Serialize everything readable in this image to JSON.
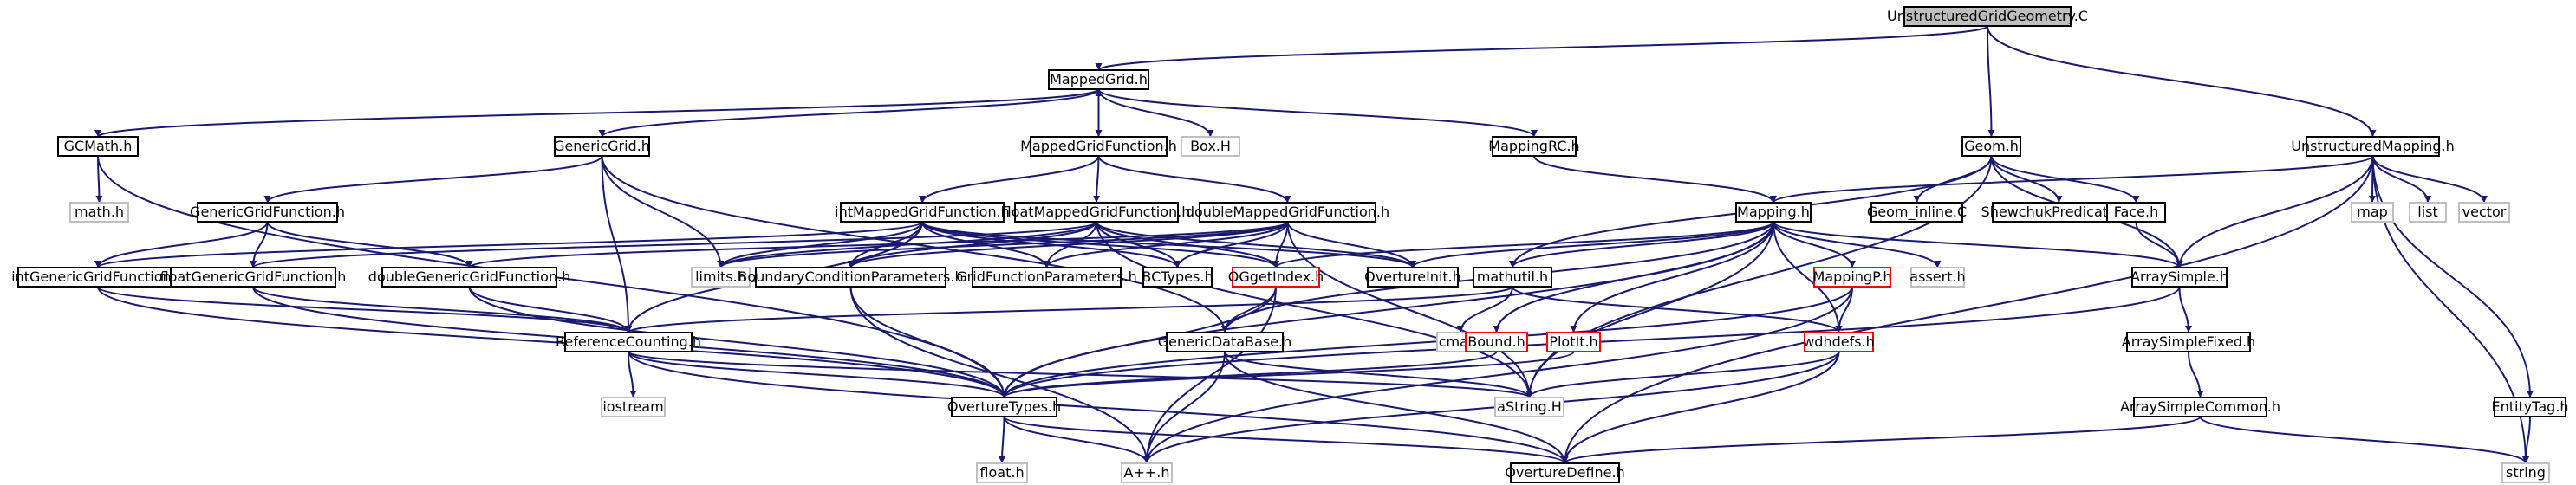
{
  "graph": {
    "root": "UnstructuredGridGeometry.C",
    "colors": {
      "node_fill": "#ffffff",
      "root_fill": "#bfbfbf",
      "default_border": "#000000",
      "undocumented_border": "#bfbfbf",
      "truncated_border": "#ff0000",
      "edge": "#191970",
      "text": "#000000"
    },
    "nodes": [
      {
        "id": "ugg",
        "label": "UnstructuredGridGeometry.C",
        "style": "root"
      },
      {
        "id": "mappedgrid",
        "label": "MappedGrid.h",
        "style": "default"
      },
      {
        "id": "geom",
        "label": "Geom.h",
        "style": "default"
      },
      {
        "id": "unstructmapping",
        "label": "UnstructuredMapping.h",
        "style": "default"
      },
      {
        "id": "gcmath",
        "label": "GCMath.h",
        "style": "default"
      },
      {
        "id": "genericgrid",
        "label": "GenericGrid.h",
        "style": "default"
      },
      {
        "id": "mappedgridfunction",
        "label": "MappedGridFunction.h",
        "style": "default"
      },
      {
        "id": "boxh",
        "label": "Box.H",
        "style": "undocumented"
      },
      {
        "id": "mappingrc",
        "label": "MappingRC.h",
        "style": "default"
      },
      {
        "id": "mathh",
        "label": "math.h",
        "style": "undocumented"
      },
      {
        "id": "genericgridfunction",
        "label": "GenericGridFunction.h",
        "style": "default"
      },
      {
        "id": "intmgf",
        "label": "intMappedGridFunction.h",
        "style": "default"
      },
      {
        "id": "floatmgf",
        "label": "floatMappedGridFunction.h",
        "style": "default"
      },
      {
        "id": "doublemgf",
        "label": "doubleMappedGridFunction.h",
        "style": "default"
      },
      {
        "id": "mapping",
        "label": "Mapping.h",
        "style": "default"
      },
      {
        "id": "geominline",
        "label": "Geom_inline.C",
        "style": "default"
      },
      {
        "id": "shewchuk",
        "label": "ShewchukPredicates.h",
        "style": "default"
      },
      {
        "id": "face",
        "label": "Face.h",
        "style": "default"
      },
      {
        "id": "map",
        "label": "map",
        "style": "undocumented"
      },
      {
        "id": "list",
        "label": "list",
        "style": "undocumented"
      },
      {
        "id": "vector",
        "label": "vector",
        "style": "undocumented"
      },
      {
        "id": "intggf",
        "label": "intGenericGridFunction.h",
        "style": "default"
      },
      {
        "id": "floatggf",
        "label": "floatGenericGridFunction.h",
        "style": "default"
      },
      {
        "id": "doubleggf",
        "label": "doubleGenericGridFunction.h",
        "style": "default"
      },
      {
        "id": "limits",
        "label": "limits.h",
        "style": "undocumented"
      },
      {
        "id": "bcparams",
        "label": "BoundaryConditionParameters.h",
        "style": "default"
      },
      {
        "id": "gfparams",
        "label": "GridFunctionParameters.h",
        "style": "default"
      },
      {
        "id": "bctypes",
        "label": "BCTypes.h",
        "style": "default"
      },
      {
        "id": "ogetindex",
        "label": "OGgetIndex.h",
        "style": "truncated"
      },
      {
        "id": "overtureinit",
        "label": "OvertureInit.h",
        "style": "default"
      },
      {
        "id": "mathutil",
        "label": "mathutil.h",
        "style": "default"
      },
      {
        "id": "mappingp",
        "label": "MappingP.h",
        "style": "truncated"
      },
      {
        "id": "asserth",
        "label": "assert.h",
        "style": "undocumented"
      },
      {
        "id": "arraysimple",
        "label": "ArraySimple.h",
        "style": "default"
      },
      {
        "id": "refcounting",
        "label": "ReferenceCounting.h",
        "style": "default"
      },
      {
        "id": "genericdb",
        "label": "GenericDataBase.h",
        "style": "default"
      },
      {
        "id": "cmath",
        "label": "cmath",
        "style": "undocumented"
      },
      {
        "id": "bound",
        "label": "Bound.h",
        "style": "truncated"
      },
      {
        "id": "ploth",
        "label": "PlotIt.h",
        "style": "truncated"
      },
      {
        "id": "wdhdefs",
        "label": "wdhdefs.h",
        "style": "truncated"
      },
      {
        "id": "arraysimplefixed",
        "label": "ArraySimpleFixed.h",
        "style": "default"
      },
      {
        "id": "iostream",
        "label": "iostream",
        "style": "undocumented"
      },
      {
        "id": "overturetypes",
        "label": "OvertureTypes.h",
        "style": "default"
      },
      {
        "id": "astring",
        "label": "aString.H",
        "style": "undocumented"
      },
      {
        "id": "arraysimplecommon",
        "label": "ArraySimpleCommon.h",
        "style": "default"
      },
      {
        "id": "entitytag",
        "label": "EntityTag.h",
        "style": "default"
      },
      {
        "id": "floath",
        "label": "float.h",
        "style": "undocumented"
      },
      {
        "id": "app",
        "label": "A++.h",
        "style": "undocumented"
      },
      {
        "id": "overturedefine",
        "label": "OvertureDefine.h",
        "style": "default"
      },
      {
        "id": "string",
        "label": "string",
        "style": "undocumented"
      }
    ],
    "edges": [
      [
        "ugg",
        "mappedgrid"
      ],
      [
        "ugg",
        "geom"
      ],
      [
        "ugg",
        "unstructmapping"
      ],
      [
        "mappedgrid",
        "gcmath"
      ],
      [
        "mappedgrid",
        "genericgrid"
      ],
      [
        "mappedgrid",
        "mappedgridfunction"
      ],
      [
        "mappedgrid",
        "boxh"
      ],
      [
        "mappedgrid",
        "mappingrc"
      ],
      [
        "mappedgridfunction",
        "mappedgrid"
      ],
      [
        "mappedgridfunction",
        "intmgf"
      ],
      [
        "mappedgridfunction",
        "floatmgf"
      ],
      [
        "mappedgridfunction",
        "doublemgf"
      ],
      [
        "gcmath",
        "mathh"
      ],
      [
        "gcmath",
        "overturetypes"
      ],
      [
        "genericgrid",
        "genericgridfunction"
      ],
      [
        "genericgrid",
        "refcounting"
      ],
      [
        "genericgrid",
        "limits"
      ],
      [
        "genericgrid",
        "genericdb"
      ],
      [
        "genericgridfunction",
        "intggf"
      ],
      [
        "genericgridfunction",
        "floatggf"
      ],
      [
        "genericgridfunction",
        "doubleggf"
      ],
      [
        "intmgf",
        "intggf"
      ],
      [
        "intmgf",
        "limits"
      ],
      [
        "intmgf",
        "bcparams"
      ],
      [
        "intmgf",
        "gfparams"
      ],
      [
        "intmgf",
        "bctypes"
      ],
      [
        "intmgf",
        "ogetindex"
      ],
      [
        "intmgf",
        "overtureinit"
      ],
      [
        "intmgf",
        "refcounting"
      ],
      [
        "floatmgf",
        "floatggf"
      ],
      [
        "floatmgf",
        "limits"
      ],
      [
        "floatmgf",
        "bcparams"
      ],
      [
        "floatmgf",
        "gfparams"
      ],
      [
        "floatmgf",
        "bctypes"
      ],
      [
        "floatmgf",
        "ogetindex"
      ],
      [
        "floatmgf",
        "overtureinit"
      ],
      [
        "floatmgf",
        "astring"
      ],
      [
        "doublemgf",
        "doubleggf"
      ],
      [
        "doublemgf",
        "limits"
      ],
      [
        "doublemgf",
        "bcparams"
      ],
      [
        "doublemgf",
        "gfparams"
      ],
      [
        "doublemgf",
        "bctypes"
      ],
      [
        "doublemgf",
        "ogetindex"
      ],
      [
        "doublemgf",
        "overtureinit"
      ],
      [
        "doublemgf",
        "astring"
      ],
      [
        "mappingrc",
        "mapping"
      ],
      [
        "geom",
        "geominline"
      ],
      [
        "geom",
        "shewchuk"
      ],
      [
        "geom",
        "face"
      ],
      [
        "geom",
        "arraysimple"
      ],
      [
        "geom",
        "mathutil"
      ],
      [
        "geom",
        "astring"
      ],
      [
        "unstructmapping",
        "mapping"
      ],
      [
        "unstructmapping",
        "map"
      ],
      [
        "unstructmapping",
        "list"
      ],
      [
        "unstructmapping",
        "vector"
      ],
      [
        "unstructmapping",
        "arraysimple"
      ],
      [
        "unstructmapping",
        "entitytag"
      ],
      [
        "unstructmapping",
        "string"
      ],
      [
        "unstructmapping",
        "overturedefine"
      ],
      [
        "face",
        "arraysimple"
      ],
      [
        "mapping",
        "ogetindex"
      ],
      [
        "mapping",
        "overtureinit"
      ],
      [
        "mapping",
        "mathutil"
      ],
      [
        "mapping",
        "mappingp"
      ],
      [
        "mapping",
        "asserth"
      ],
      [
        "mapping",
        "arraysimple"
      ],
      [
        "mapping",
        "genericdb"
      ],
      [
        "mapping",
        "bound"
      ],
      [
        "mapping",
        "ploth"
      ],
      [
        "mapping",
        "wdhdefs"
      ],
      [
        "mapping",
        "astring"
      ],
      [
        "mapping",
        "overturetypes"
      ],
      [
        "intggf",
        "refcounting"
      ],
      [
        "intggf",
        "overturetypes"
      ],
      [
        "floatggf",
        "refcounting"
      ],
      [
        "floatggf",
        "overturetypes"
      ],
      [
        "doubleggf",
        "refcounting"
      ],
      [
        "doubleggf",
        "overturetypes"
      ],
      [
        "bcparams",
        "overturetypes"
      ],
      [
        "bcparams",
        "app"
      ],
      [
        "ogetindex",
        "genericdb"
      ],
      [
        "ogetindex",
        "overturetypes"
      ],
      [
        "ogetindex",
        "app"
      ],
      [
        "mathutil",
        "cmath"
      ],
      [
        "mathutil",
        "wdhdefs"
      ],
      [
        "mathutil",
        "refcounting"
      ],
      [
        "mappingp",
        "wdhdefs"
      ],
      [
        "mappingp",
        "overturetypes"
      ],
      [
        "mappingp",
        "app"
      ],
      [
        "arraysimple",
        "arraysimplefixed"
      ],
      [
        "arraysimple",
        "overturetypes"
      ],
      [
        "arraysimplefixed",
        "arraysimplecommon"
      ],
      [
        "arraysimplecommon",
        "overturedefine"
      ],
      [
        "arraysimplecommon",
        "string"
      ],
      [
        "refcounting",
        "iostream"
      ],
      [
        "refcounting",
        "overturetypes"
      ],
      [
        "refcounting",
        "astring"
      ],
      [
        "refcounting",
        "overturedefine"
      ],
      [
        "genericdb",
        "astring"
      ],
      [
        "genericdb",
        "app"
      ],
      [
        "genericdb",
        "overturedefine"
      ],
      [
        "bound",
        "overturetypes"
      ],
      [
        "ploth",
        "overturetypes"
      ],
      [
        "wdhdefs",
        "astring"
      ],
      [
        "wdhdefs",
        "app"
      ],
      [
        "wdhdefs",
        "overturedefine"
      ],
      [
        "overturetypes",
        "floath"
      ],
      [
        "overturetypes",
        "app"
      ],
      [
        "overturetypes",
        "overturedefine"
      ],
      [
        "entitytag",
        "string"
      ]
    ]
  }
}
